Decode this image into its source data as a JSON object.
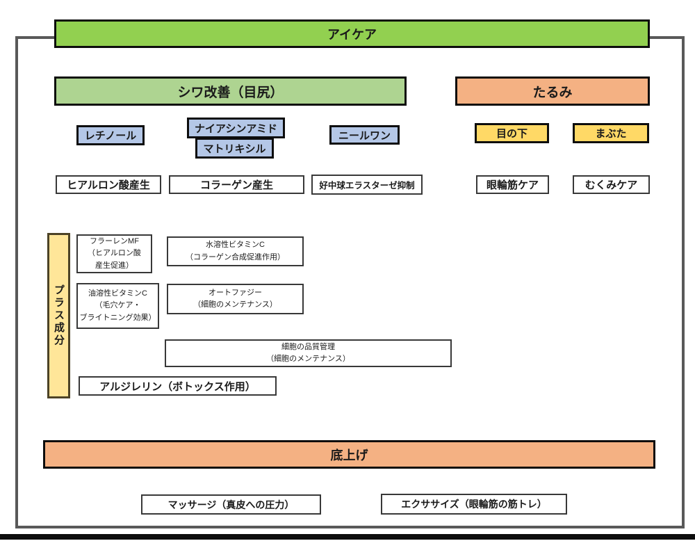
{
  "colors": {
    "title_green": "#92D050",
    "wrinkle_green": "#AED491",
    "salmon_orange": "#F4B183",
    "ingredient_blue": "#B4C7E7",
    "area_yellow": "#FFD966",
    "plus_yellow": "#FFE699",
    "frame_gray": "#595959"
  },
  "title": "アイケア",
  "wrinkle": {
    "header": "シワ改善（目尻）",
    "retinol": "レチノール",
    "niacinamide": "ナイアシンアミド",
    "matrixyl": "マトリキシル",
    "neelone": "ニールワン",
    "hyaluronic_production": "ヒアルロン酸産生",
    "collagen_production": "コラーゲン産生",
    "elastase_inhibition": "好中球エラスターゼ抑制"
  },
  "sagging": {
    "header": "たるみ",
    "under_eye": "目の下",
    "eyelid": "まぶた",
    "orbicularis_care": "眼輪筋ケア",
    "puffiness_care": "むくみケア"
  },
  "plus": {
    "label": "プラス成分",
    "fullerene": {
      "l1": "フラーレンMF",
      "l2": "（ヒアルロン酸",
      "l3": "産生促進）"
    },
    "water_vitamin_c": {
      "l1": "水溶性ビタミンC",
      "l2": "（コラーゲン合成促進作用）"
    },
    "oil_vitamin_c": {
      "l1": "油溶性ビタミンC",
      "l2": "（毛穴ケア・",
      "l3": "ブライトニング効果）"
    },
    "autophagy": {
      "l1": "オートファジー",
      "l2": "（細胞のメンテナンス）"
    },
    "cell_quality": {
      "l1": "細胞の品質管理",
      "l2": "（細胞のメンテナンス）"
    },
    "argireline": "アルジレリン（ボトックス作用）"
  },
  "base": {
    "header": "底上げ",
    "massage": "マッサージ（真皮への圧力）",
    "exercise": "エクササイズ（眼輪筋の筋トレ）"
  }
}
